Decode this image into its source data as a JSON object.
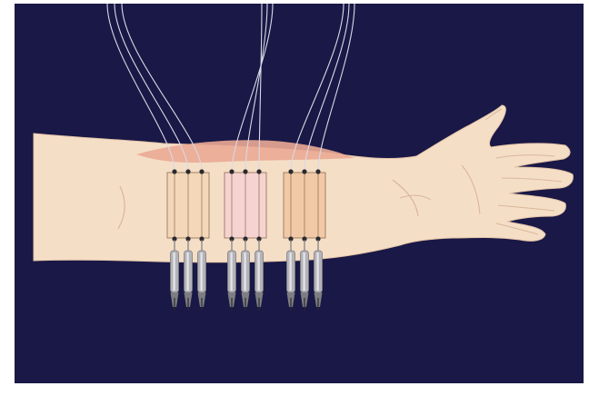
{
  "illustration": {
    "subject": "forearm-with-electrode-arrays",
    "electrode_groups": 3,
    "electrodes_per_group": 3,
    "colors": {
      "background": "#191846",
      "skin": "#f5dec6",
      "skin_shadow": "#e8c8ad",
      "skin_line": "#d9b79b",
      "muscle_highlight": "#ebaa94",
      "patch_1": "#f3d7b8",
      "patch_2": "#f6d3d0",
      "patch_3": "#f1c9a6",
      "patch_border": "#8e6c52",
      "wire": "#d9d9e6",
      "electrode_body": "#b4b4b8",
      "electrode_shade": "#7d7d82",
      "electrode_dark": "#2a2a2e"
    }
  }
}
